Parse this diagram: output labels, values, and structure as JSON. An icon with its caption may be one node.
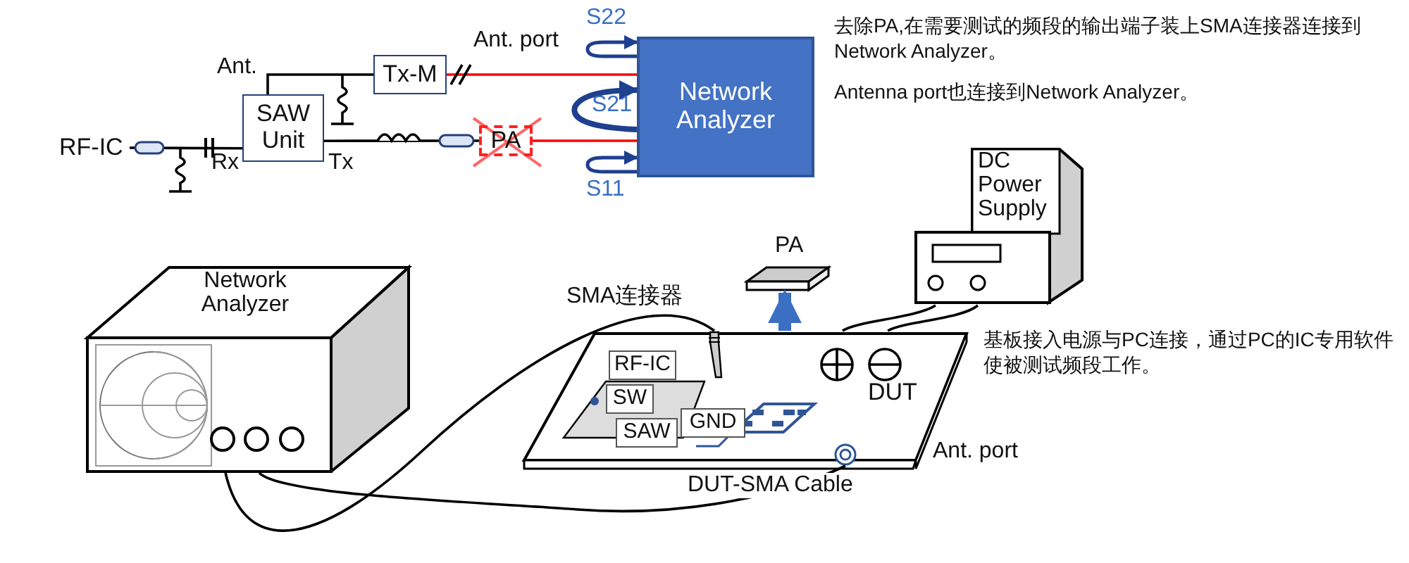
{
  "diagram": {
    "nodes": [
      {
        "text": [
          "RF-IC"
        ]
      },
      {
        "text": [
          "SAW Unit"
        ]
      },
      {
        "text": [
          "Tx-M"
        ]
      },
      {
        "text": [
          "PA"
        ]
      },
      {
        "text": [
          "Network Analyzer"
        ]
      },
      {
        "text": [
          "Network Analyzer"
        ]
      },
      {
        "text": [
          "DC Power Supply"
        ]
      },
      {
        "text": [
          "PA"
        ]
      },
      {
        "text": [
          "DUT"
        ]
      },
      {
        "text": [
          "RF-IC"
        ],
        "in": 8
      },
      {
        "text": [
          "SW"
        ],
        "in": 8
      },
      {
        "text": [
          "SAW"
        ],
        "in": 8
      },
      {
        "text": [
          "GND"
        ],
        "in": 8
      },
      {
        "text": [],
        "shape": "picture",
        "in": 8,
        "beside": [
          "SMA连接器"
        ]
      },
      {
        "text": [],
        "shape": "circle",
        "in": 8,
        "beside": [
          "Ant. port"
        ]
      }
    ],
    "edges": [
      {
        "from": 0,
        "to": 1,
        "arrow": "none"
      },
      {
        "from": 1,
        "to": 2,
        "arrow": "none"
      },
      {
        "from": 2,
        "to": 4,
        "arrow": "none",
        "label": "Ant. port",
        "color": "#ff0000"
      },
      {
        "from": 1,
        "to": 3,
        "arrow": "none"
      },
      {
        "from": 3,
        "to": 4,
        "arrow": "none",
        "color": "#ff0000"
      },
      {
        "from": 5,
        "to": 13,
        "arrow": "none"
      },
      {
        "from": 5,
        "to": 14,
        "arrow": "none",
        "label": "DUT-SMA Cable"
      },
      {
        "from": 6,
        "to": 8,
        "arrow": "none"
      },
      {
        "from": 6,
        "to": 8,
        "arrow": "none"
      },
      {
        "from": 8,
        "to": 7,
        "arrow": "to",
        "style": "thick",
        "color": "#3a6fc4"
      },
      {
        "from": 4,
        "to": 4,
        "arrow": "to",
        "label": "S22",
        "color": "#1f3f8f"
      },
      {
        "from": 4,
        "to": 4,
        "arrow": "to",
        "label": "S21",
        "style": "thick",
        "color": "#1f3f8f"
      },
      {
        "from": 4,
        "to": 4,
        "arrow": "to",
        "label": "S11",
        "color": "#1f3f8f"
      }
    ],
    "labels": [
      "Ant.",
      "Rx",
      "Tx",
      "去除PA,在需要测试的频段的输出端子装上SMA连接器连接到Network Analyzer。",
      "Antenna port也连接到Network Analyzer。",
      "基板接入电源与PC连接，通过PC的IC专用软件使被测试频段工作。"
    ]
  }
}
